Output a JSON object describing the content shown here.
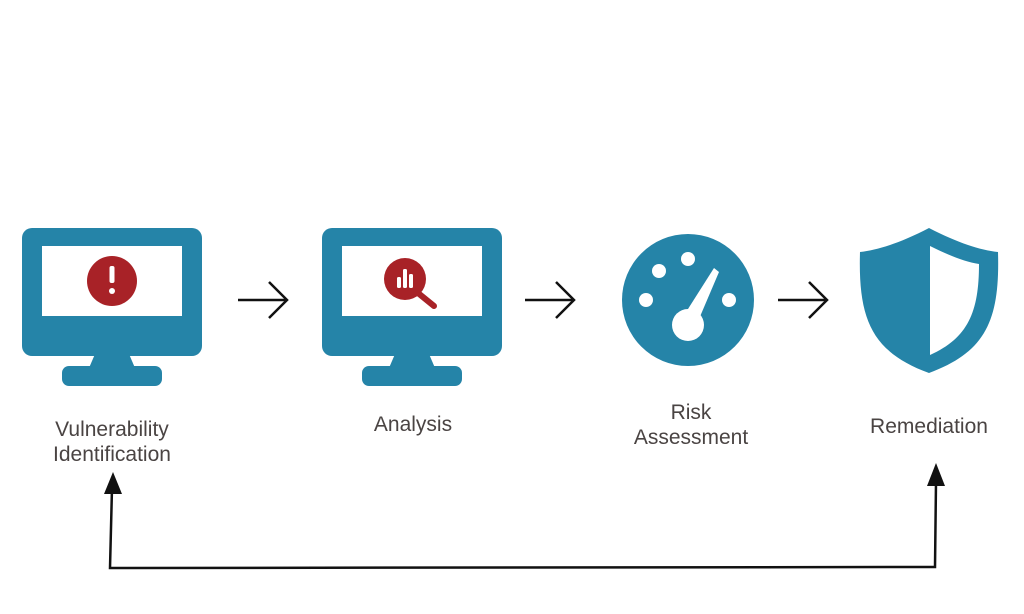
{
  "colors": {
    "icon_blue": "#2584a8",
    "alert_red": "#a82227",
    "arrow_black": "#111111",
    "label_text": "#4a4443",
    "screen_white": "#ffffff"
  },
  "steps": [
    {
      "icon": "monitor-alert-icon",
      "label_line1": "Vulnerability",
      "label_line2": "Identification"
    },
    {
      "icon": "monitor-analysis-icon",
      "label_line1": "Analysis",
      "label_line2": ""
    },
    {
      "icon": "gauge-icon",
      "label_line1": "Risk",
      "label_line2": "Assessment"
    },
    {
      "icon": "shield-icon",
      "label_line1": "Remediation",
      "label_line2": ""
    }
  ],
  "connectors": [
    "right-arrow",
    "right-arrow",
    "right-arrow",
    "feedback-loop-arrow"
  ]
}
